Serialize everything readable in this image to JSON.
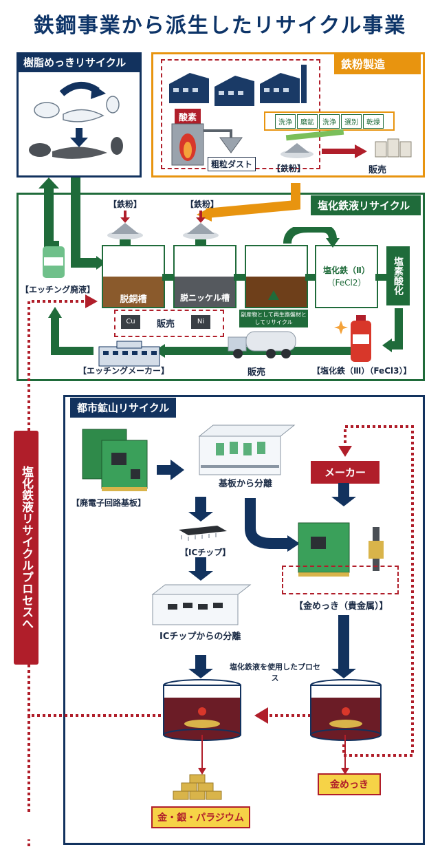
{
  "title": "鉄鋼事業から派生したリサイクル事業",
  "resin": {
    "header": "樹脂めっきリサイクル"
  },
  "iron_powder": {
    "header": "鉄粉製造",
    "oxygen": "酸素",
    "dust": "粗粒ダスト",
    "steps": [
      "洗浄",
      "磨鉱",
      "洗浄",
      "選別",
      "乾燥"
    ],
    "powder_label": "【鉄粉】",
    "sale": "販売"
  },
  "ferric": {
    "header": "塩化鉄液リサイクル",
    "powder1": "【鉄粉】",
    "powder2": "【鉄粉】",
    "tank1": "脱銅槽",
    "tank2": "脱ニッケル槽",
    "fecl2_line1": "塩化鉄（Ⅱ）",
    "fecl2_line2": "（FeCl2）",
    "chlorine": "塩素酸化",
    "waste": "【エッチング廃液】",
    "cu": "Cu",
    "ni": "Ni",
    "sale1": "販売",
    "byproduct": "副産物として再生路盤材としてリサイクル",
    "maker": "【エッチングメーカー】",
    "sale2": "販売",
    "fecl3": "【塩化鉄（Ⅲ）（FeCl3）】"
  },
  "urban": {
    "header": "都市鉱山リサイクル",
    "pcb": "【廃電子回路基板】",
    "separation": "基板から分離",
    "maker": "メーカー",
    "ic": "【ICチップ】",
    "gold_plating": "【金めっき（貴金属）】",
    "ic_sep": "ICチップからの分離",
    "process": "塩化鉄液を使用したプロセス",
    "metals": "金・銀・パラジウム",
    "gold": "金めっき"
  },
  "side_label": "塩化鉄液リサイクルプロセスへ"
}
